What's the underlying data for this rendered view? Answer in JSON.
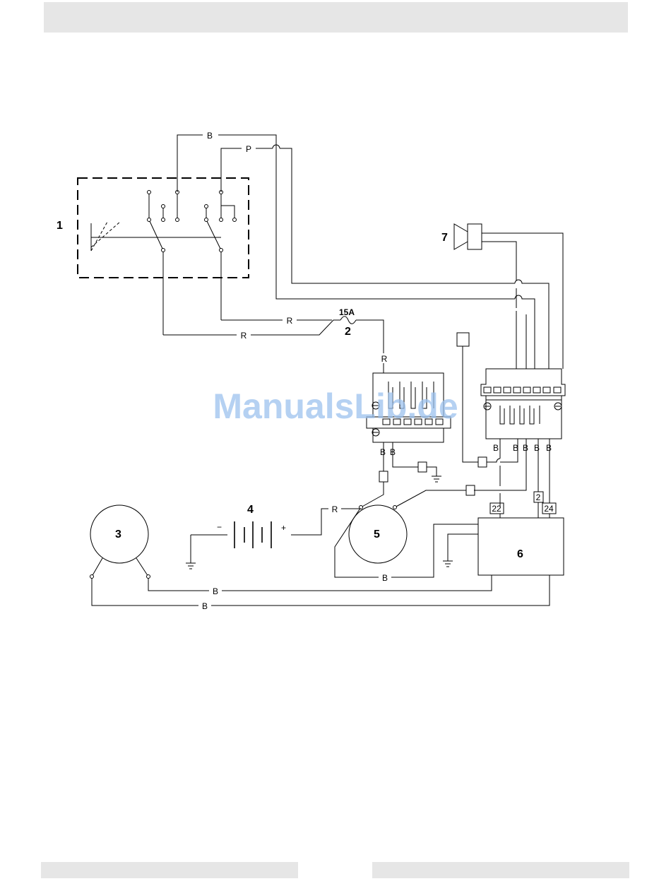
{
  "components": {
    "c1": "1",
    "c2": "2",
    "fuse_rating": "15A",
    "c3": "3",
    "c4": "4",
    "c5": "5",
    "c6": "6",
    "c7": "7"
  },
  "wires": {
    "b_top": "B",
    "p_top": "P",
    "r_upper": "R",
    "r_lower": "R",
    "r_relay": "R",
    "relay_b1": "B",
    "relay_b2": "B",
    "right_b1": "B",
    "right_b2": "B",
    "right_b3": "B",
    "right_b4": "B",
    "right_b5": "B",
    "r_battery": "R",
    "b_loop": "B",
    "b_mid": "B",
    "b_bottom": "B"
  },
  "terminals": {
    "t22": "22",
    "t2": "2",
    "t24": "24"
  },
  "battery": {
    "minus": "−",
    "plus": "+"
  },
  "watermark": "ManualsLib.de"
}
